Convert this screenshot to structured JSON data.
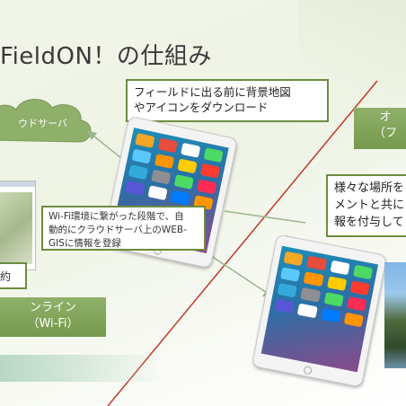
{
  "slide": {
    "title": "FieldON！の仕組み",
    "cloud_label": "ウドサーバ",
    "callout_top": {
      "line1": "フィールドに出る前に背景地図",
      "line2": "やアイコンをダウンロード"
    },
    "callout_wifi": {
      "line1": "Wi-Fi環境に繋がった段階で、自",
      "line2": "動的にクラウドサーバ上のWEB-",
      "line3": "GISに情報を登録"
    },
    "callout_right": {
      "line1": "様々な場所を",
      "line2": "メントと共に",
      "line3": "報を付与して"
    },
    "badge_left": {
      "line1": "ンライン",
      "line2": "（Wi-Fi）"
    },
    "badge_right": {
      "line1": "オ",
      "line2": "（フ"
    },
    "small_box_label": "約"
  },
  "colors": {
    "accent_green": "#6c8c3e",
    "badge_green": "#7fa257",
    "diagonal_red": "#c0392b",
    "arrow_green": "#9bb58a"
  }
}
